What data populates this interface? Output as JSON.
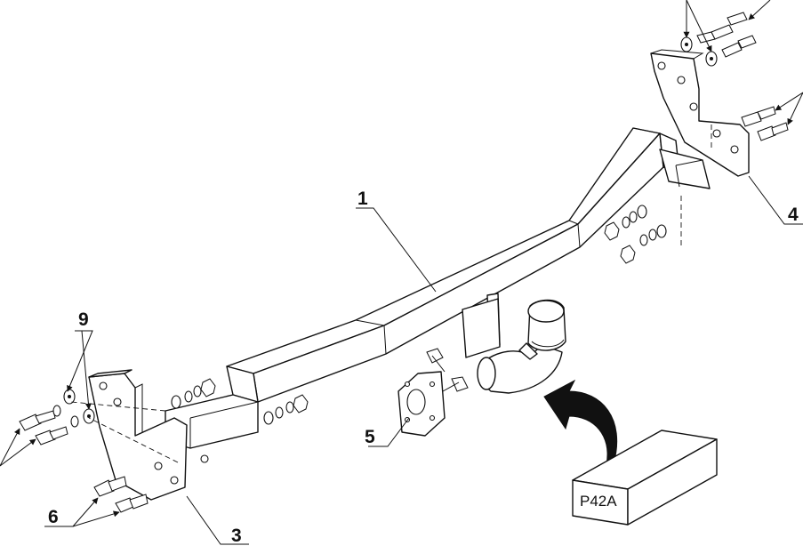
{
  "callouts": {
    "drawbar": "1",
    "left_bracket": "3",
    "right_bracket": "4",
    "socket_plate": "5",
    "bolts": "6",
    "washers": "9"
  },
  "box_label": "P42A",
  "colors": {
    "line": "#111111",
    "background": "#ffffff"
  }
}
